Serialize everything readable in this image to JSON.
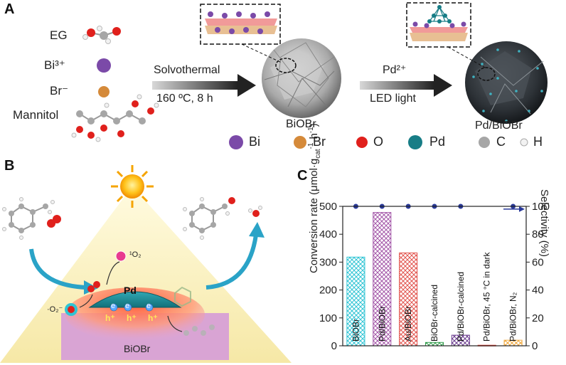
{
  "panel_a": {
    "letter": "A",
    "reagents": [
      {
        "label": "EG"
      },
      {
        "label": "Bi³⁺"
      },
      {
        "label": "Br⁻"
      },
      {
        "label": "Mannitol"
      }
    ],
    "step1_top": "Solvothermal",
    "step1_bottom": "160 ºC, 8 h",
    "product1": "BiOBr",
    "step2_top": "Pd²⁺",
    "step2_bottom": "LED light",
    "product2": "Pd/BiOBr",
    "legend": [
      {
        "label": "Bi",
        "color": "#7b4aa8"
      },
      {
        "label": "Br",
        "color": "#d58a3a"
      },
      {
        "label": "O",
        "color": "#e0201c"
      },
      {
        "label": "Pd",
        "color": "#177d86"
      },
      {
        "label": "C",
        "color": "#a6a6a6"
      },
      {
        "label": "H",
        "color": "#f2f2f2"
      }
    ]
  },
  "panel_b": {
    "letter": "B",
    "pd_label": "Pd",
    "substrate_label": "BiOBr",
    "singlet_o2": "¹O₂",
    "superoxide": "·O₂⁻",
    "electron": "e",
    "hole": "h⁺"
  },
  "panel_c": {
    "letter": "C",
    "chart_data": {
      "type": "bar",
      "categories": [
        "BiOBr",
        "Pd/BiOBr",
        "Au/BiOBr",
        "BiOBr-calcined",
        "Pd/BiOBr-calcined",
        "Pd/BiOBr, 45 °C in dark",
        "Pd/BiOBr, N₂"
      ],
      "series": [
        {
          "values": [
            318,
            478,
            333,
            12,
            38,
            2,
            20
          ],
          "colors": [
            "#2fc4d4",
            "#a356a8",
            "#e2554f",
            "#2f9b4a",
            "#6a3b8e",
            "#e83b2f",
            "#f0a73a"
          ]
        },
        {
          "values": [
            100,
            100,
            100,
            100,
            100,
            null,
            100
          ],
          "color": "#2a3a9a"
        }
      ],
      "xlabel": "",
      "ylabel": "Conversion rate (μmol·g_cat⁻¹·h⁻¹)",
      "y2label": "Selectivity (%)",
      "ylim": [
        0,
        500
      ],
      "y2lim": [
        0,
        100
      ],
      "yticks": [
        "0",
        "100",
        "200",
        "300",
        "400",
        "500"
      ],
      "y2ticks": [
        "0",
        "20",
        "40",
        "60",
        "80",
        "100"
      ]
    },
    "ylabel_main": "Conversion rate (μmol·g",
    "ylabel_sub": "cat",
    "ylabel_sup": "-1",
    "ylabel_tail": "·h",
    "ylabel_sup2": "-1",
    "ylabel_close": ")"
  }
}
